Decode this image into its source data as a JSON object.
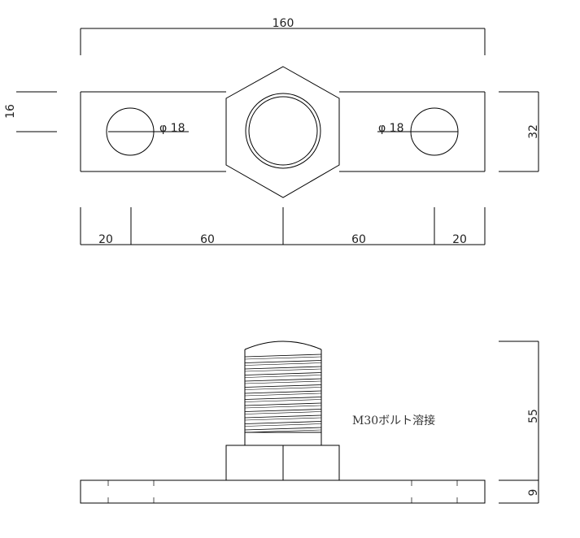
{
  "top_view": {
    "overall_width": "160",
    "plate_height": "16",
    "total_height": "32",
    "hole_left": "φ 18",
    "hole_right": "φ 18",
    "spacing": [
      "20",
      "60",
      "60",
      "20"
    ]
  },
  "side_view": {
    "bolt_height": "55",
    "plate_thickness": "9",
    "note": "M30ボルト溶接"
  }
}
